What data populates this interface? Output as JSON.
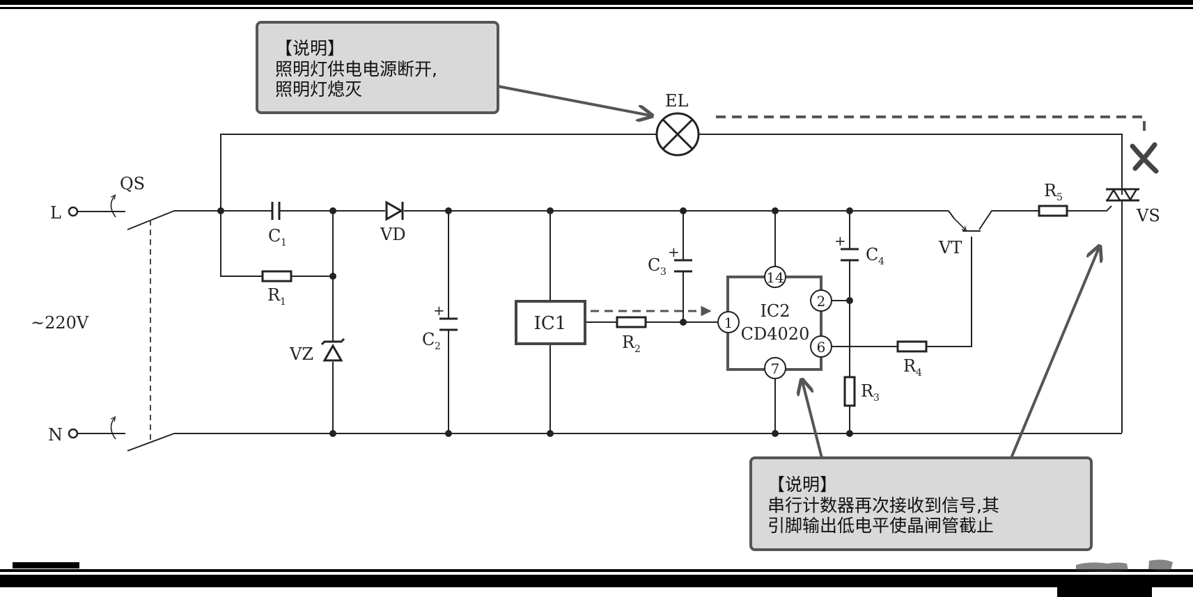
{
  "terminals": {
    "L": "L",
    "N": "N",
    "supply": "~220V",
    "switch": "QS"
  },
  "components": {
    "C1": {
      "base": "C",
      "sub": "1"
    },
    "C2": {
      "base": "C",
      "sub": "2"
    },
    "C3": {
      "base": "C",
      "sub": "3"
    },
    "C4": {
      "base": "C",
      "sub": "4"
    },
    "R1": {
      "base": "R",
      "sub": "1"
    },
    "R2": {
      "base": "R",
      "sub": "2"
    },
    "R3": {
      "base": "R",
      "sub": "3"
    },
    "R4": {
      "base": "R",
      "sub": "4"
    },
    "R5": {
      "base": "R",
      "sub": "5"
    },
    "VD": "VD",
    "VZ": "VZ",
    "VT": "VT",
    "VS": "VS",
    "EL": "EL",
    "IC1": "IC1",
    "IC2": {
      "name": "IC2",
      "part": "CD4020",
      "pins": [
        "14",
        "2",
        "1",
        "6",
        "7"
      ]
    },
    "polarity": "+"
  },
  "notes": [
    {
      "heading": "【说明】",
      "lines": [
        "照明灯供电电源断开,",
        "照明灯熄灭"
      ]
    },
    {
      "heading": "【说明】",
      "lines": [
        "串行计数器再次接收到信号,其",
        "引脚输出低电平使晶闸管截止"
      ]
    }
  ]
}
